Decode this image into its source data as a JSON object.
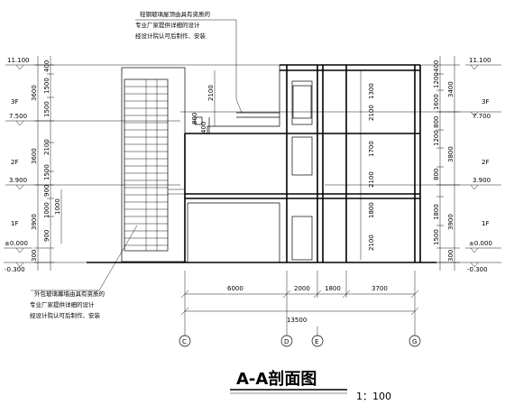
{
  "notes": {
    "top": [
      "轻钢玻璃屋顶由具有资质的",
      "专业厂家提供详细的设计",
      "经设计院认可后制作、安装"
    ],
    "bottom": [
      "外包玻璃幕墙由具有资质的",
      "专业厂家提供详细的设计",
      "经设计院认可后制作、安装"
    ]
  },
  "levels": {
    "left": [
      "11.100",
      "7.500",
      "3.900",
      "±0.000",
      "-0.300"
    ],
    "right": [
      "11.100",
      "7.700",
      "3.900",
      "±0.000",
      "-0.300"
    ]
  },
  "floors": [
    "3F",
    "2F",
    "1F"
  ],
  "left_dims": {
    "outer": [
      "3600",
      "3600",
      "3900",
      "300"
    ],
    "inner": [
      "400",
      "1500",
      "1500",
      "2100",
      "1500",
      "900",
      "1000",
      "900"
    ],
    "extra": "1000"
  },
  "right_dims": {
    "outer": [
      "3400",
      "3800",
      "3900",
      "300"
    ],
    "inner": [
      "400",
      "1200",
      "1600",
      "800",
      "1200",
      "800",
      "1800",
      "1500"
    ]
  },
  "section_dims": {
    "top_parapet": "2100",
    "top_small": [
      "800",
      "400"
    ],
    "col_d": [
      "1300",
      "2100",
      "1700",
      "2100",
      "1800",
      "2100"
    ]
  },
  "plan_dims": {
    "spans": [
      "6000",
      "2000",
      "1800",
      "3700"
    ],
    "total": "13500"
  },
  "axes": [
    "C",
    "D",
    "E",
    "G"
  ],
  "title": "A-A剖面图",
  "scale": "1：100"
}
